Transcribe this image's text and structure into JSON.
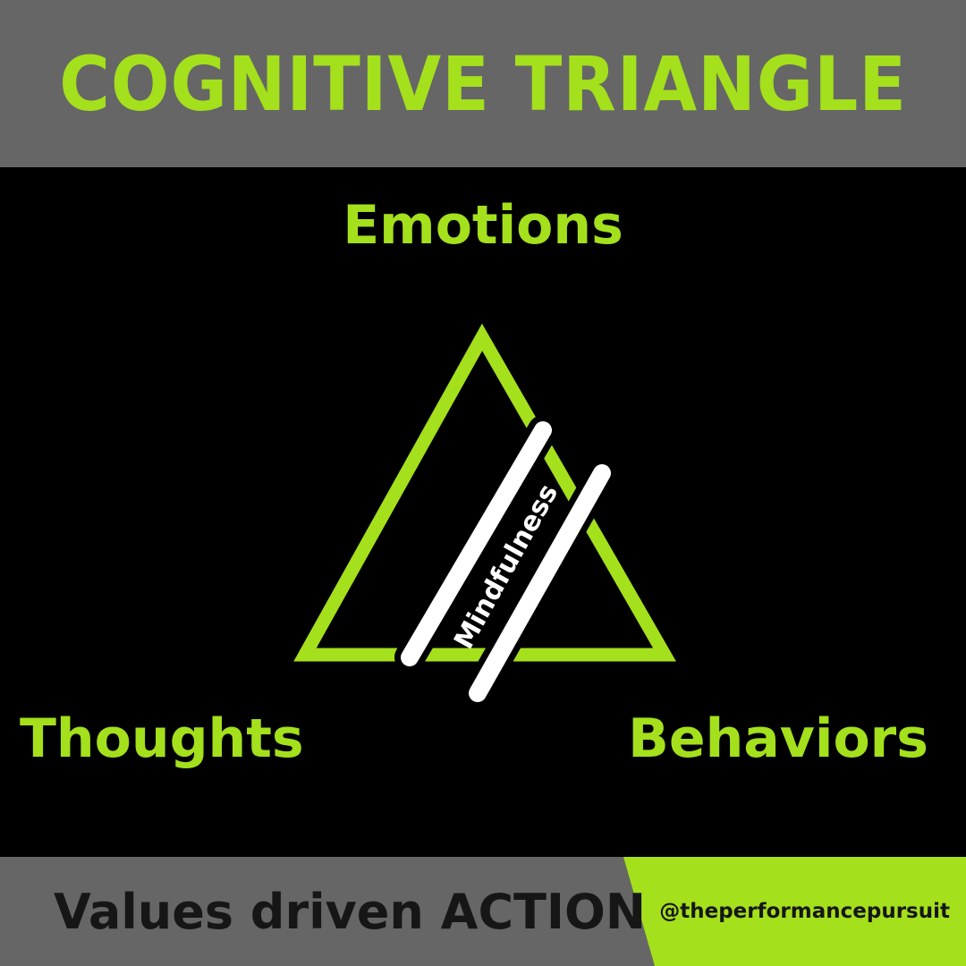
{
  "header": {
    "title": "COGNITIVE TRIANGLE"
  },
  "diagram": {
    "nodes": {
      "top": "Emotions",
      "left": "Thoughts",
      "right": "Behaviors"
    },
    "divider_label": "Mindfulness"
  },
  "footer": {
    "tagline": "Values driven ACTION",
    "handle": "@theperformancepursuit"
  },
  "colors": {
    "accent": "#a4e01c",
    "header_bg": "#666666",
    "background": "#000000",
    "footer_text": "#161616",
    "divider": "#ffffff"
  }
}
